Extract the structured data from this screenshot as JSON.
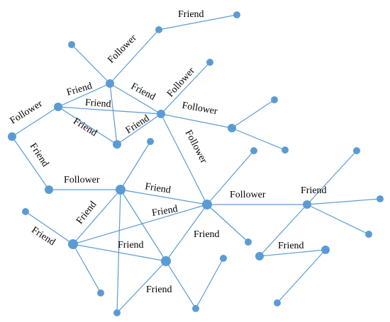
{
  "graph": {
    "colors": {
      "edge": "#5b9bd5",
      "node": "#5b9bd5",
      "label": "#000000"
    },
    "edge_labels": [
      "Friend",
      "Follower",
      "Friend",
      "Friend",
      "Follower",
      "Friend",
      "Friend",
      "Friend",
      "Follower",
      "Follower",
      "Follower",
      "Friend",
      "Follower",
      "Friend",
      "Friend",
      "Friend",
      "Friend",
      "Friend",
      "Friend",
      "Friend",
      "Follower"
    ]
  }
}
